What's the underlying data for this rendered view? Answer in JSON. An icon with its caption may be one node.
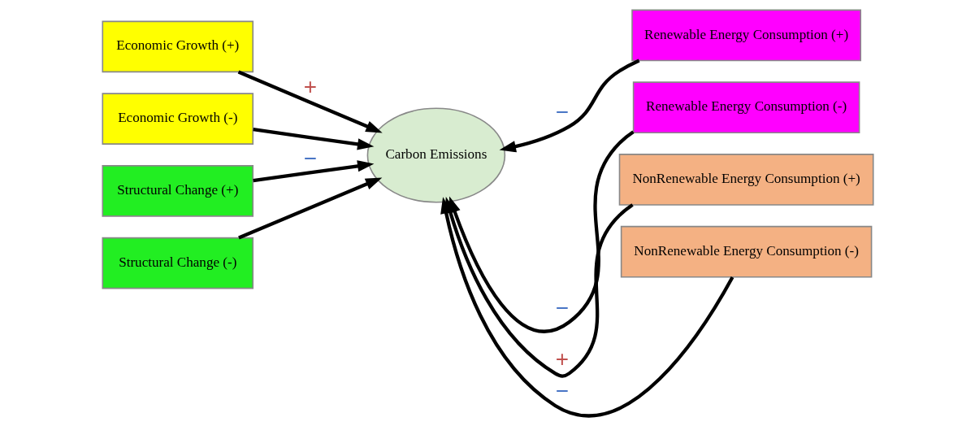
{
  "diagram": {
    "nodes": [
      {
        "text": [
          "Economic Growth (+)"
        ]
      },
      {
        "text": [
          "Economic Growth (-)"
        ]
      },
      {
        "text": [
          "Structural Change (+)"
        ]
      },
      {
        "text": [
          "Structural Change (-)"
        ]
      },
      {
        "text": [
          "Carbon Emissions"
        ]
      },
      {
        "text": [
          "Renewable Energy Consumption (+)"
        ]
      },
      {
        "text": [
          "Renewable Energy Consumption (-)"
        ]
      },
      {
        "text": [
          "NonRenewable Energy Consumption (+)"
        ]
      },
      {
        "text": [
          "NonRenewable Energy Consumption (-)"
        ]
      }
    ],
    "edges": [
      {
        "from": 0,
        "to": 4,
        "arrow": "to",
        "label": "+"
      },
      {
        "from": 1,
        "to": 4,
        "arrow": "to"
      },
      {
        "from": 2,
        "to": 4,
        "arrow": "to",
        "label": "−"
      },
      {
        "from": 3,
        "to": 4,
        "arrow": "to"
      },
      {
        "from": 5,
        "to": 4,
        "arrow": "to",
        "label": "−"
      },
      {
        "from": 6,
        "to": 4,
        "arrow": "to",
        "label": "−"
      },
      {
        "from": 7,
        "to": 4,
        "arrow": "to",
        "label": "+"
      },
      {
        "from": 8,
        "to": 4,
        "arrow": "to",
        "label": "−"
      }
    ]
  }
}
